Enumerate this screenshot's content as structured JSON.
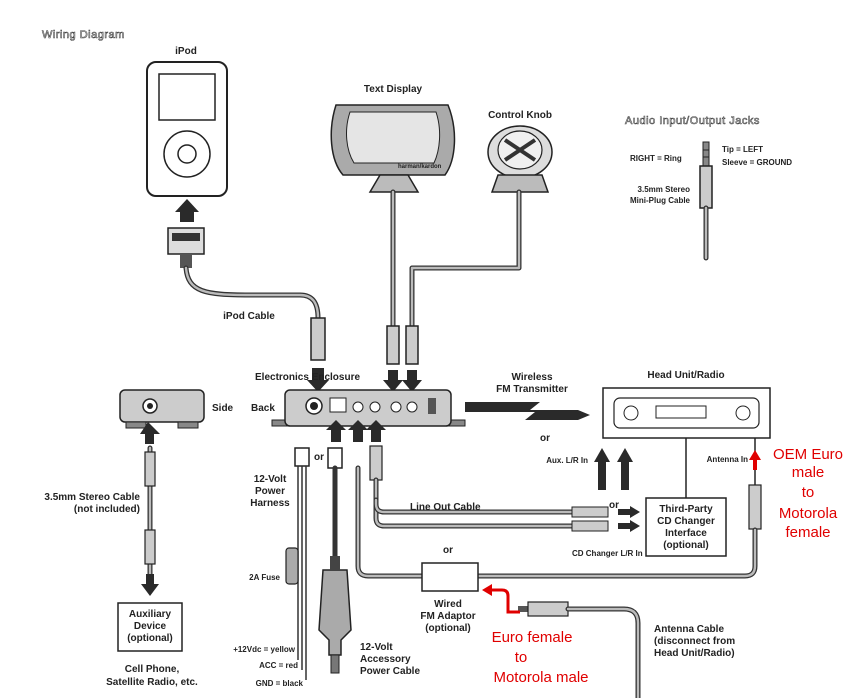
{
  "header": {
    "title": "Wiring Diagram"
  },
  "devices": {
    "ipod": "iPod",
    "text_display": "Text Display",
    "control_knob": "Control Knob",
    "electronics_enclosure": "Electronics Enclosure",
    "side": "Side",
    "back": "Back",
    "head_unit": "Head Unit/Radio",
    "harman_brand": "harman/kardon",
    "auxiliary_device": [
      "Auxiliary",
      "Device",
      "(optional)"
    ],
    "aux_examples": [
      "Cell Phone,",
      "Satellite Radio, etc."
    ],
    "cd_changer_interface": [
      "Third-Party",
      "CD Changer",
      "Interface",
      "(optional)"
    ],
    "fm_adaptor": [
      "Wired",
      "FM Adaptor",
      "(optional)"
    ],
    "fm_transmitter": [
      "Wireless",
      "FM Transmitter"
    ]
  },
  "cables": {
    "ipod_cable": "iPod Cable",
    "stereo_cable": [
      "3.5mm Stereo Cable",
      "(not included)"
    ],
    "power_harness": [
      "12-Volt",
      "Power",
      "Harness"
    ],
    "fuse": "2A Fuse",
    "wire_yellow": "+12Vdc = yellow",
    "wire_red": "ACC = red",
    "wire_black": "GND = black",
    "power_cable": [
      "12-Volt",
      "Accessory",
      "Power Cable"
    ],
    "line_out": "Line Out Cable",
    "aux_lr_in": "Aux. L/R In",
    "cd_changer_lr_in": "CD Changer L/R In",
    "antenna_in": "Antenna In",
    "antenna_cable": [
      "Antenna Cable",
      "(disconnect from",
      "Head Unit/Radio)"
    ],
    "or": "or"
  },
  "jacks": {
    "title": "Audio Input/Output Jacks",
    "tip": "Tip = LEFT",
    "ring": "RIGHT = Ring",
    "sleeve": "Sleeve = GROUND",
    "plug": [
      "3.5mm Stereo",
      "Mini-Plug Cable"
    ]
  },
  "annotations": {
    "oem_note": [
      "OEM Euro",
      "male",
      "to",
      "Motorola",
      "female"
    ],
    "euro_note": [
      "Euro female",
      "to",
      "Motorola male"
    ],
    "annotation_color": "#e00000"
  }
}
